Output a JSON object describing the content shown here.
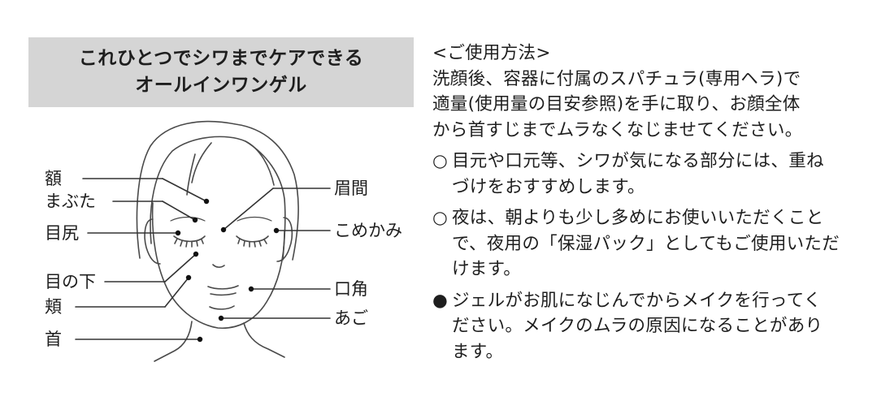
{
  "header": {
    "line1": "これひとつでシワまでケアできる",
    "line2": "オールインワンゲル"
  },
  "face_labels": {
    "forehead": "額",
    "eyelid": "まぶた",
    "outer_eye": "目尻",
    "under_eye": "目の下",
    "cheek": "頬",
    "neck": "首",
    "glabella": "眉間",
    "temple": "こめかみ",
    "mouth_corner": "口角",
    "jaw": "あご"
  },
  "usage": {
    "heading": "<ご使用方法>",
    "intro_lines": [
      "洗顔後、容器に付属のスパチュラ(専用ヘラ)で",
      "適量(使用量の目安参照)を手に取り、お顔全体",
      "から首すじまでムラなくなじませてください。"
    ],
    "notes": [
      {
        "mark": "○",
        "lines": [
          "目元や口元等、シワが気になる部分には、重ね",
          "づけをおすすめします。"
        ]
      },
      {
        "mark": "○",
        "lines": [
          "夜は、朝よりも少し多めにお使いいただくこと",
          "で、夜用の「保湿パック」としてもご使用いただ",
          "けます。"
        ]
      },
      {
        "mark": "●",
        "lines": [
          "ジェルがお肌になじんでからメイクを行ってく",
          "ださい。メイクのムラの原因になることがあり",
          "ます。"
        ]
      }
    ]
  }
}
